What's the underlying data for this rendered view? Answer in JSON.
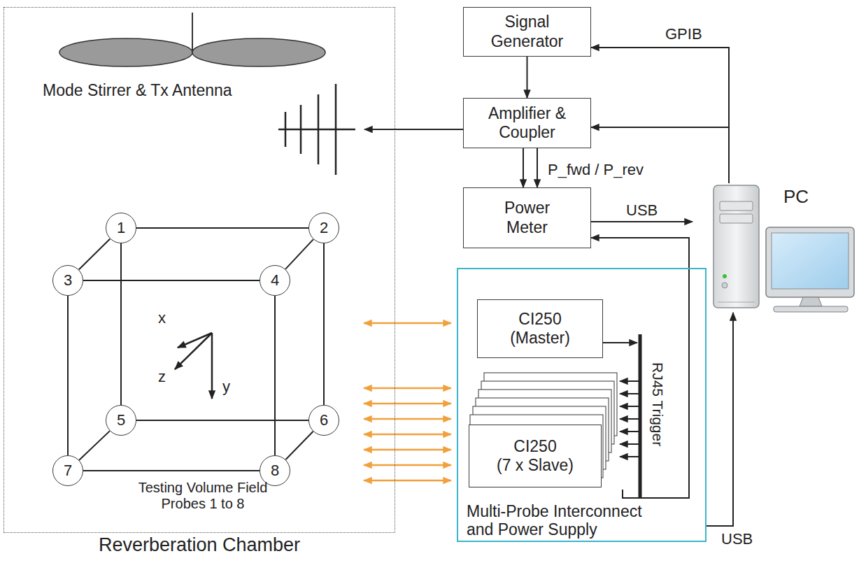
{
  "diagram": {
    "nodes": [
      {
        "text": [
          "Reverberation Chamber"
        ]
      },
      {
        "text": [
          "Mode Stirrer & Tx Antenna"
        ],
        "in": 0
      },
      {
        "text": [
          "1"
        ],
        "in": 0
      },
      {
        "text": [
          "2"
        ],
        "in": 0
      },
      {
        "text": [
          "3"
        ],
        "in": 0
      },
      {
        "text": [
          "4"
        ],
        "in": 0
      },
      {
        "text": [
          "5"
        ],
        "in": 0
      },
      {
        "text": [
          "6"
        ],
        "in": 0
      },
      {
        "text": [
          "7"
        ],
        "in": 0
      },
      {
        "text": [
          "8"
        ],
        "in": 0
      },
      {
        "text": [
          "Signal Generator"
        ]
      },
      {
        "text": [
          "Amplifier & Coupler"
        ]
      },
      {
        "text": [
          "Power Meter"
        ]
      },
      {
        "text": [
          "PC"
        ]
      },
      {
        "text": [
          "Multi-Probe Interconnect and Power Supply"
        ]
      },
      {
        "text": [
          "CI250",
          "(Master)"
        ],
        "in": 14
      },
      {
        "text": [
          "CI250",
          "(7 x Slave)"
        ],
        "in": 14
      }
    ],
    "edges": [
      {
        "from": 2,
        "to": 3,
        "arrow": "none"
      },
      {
        "from": 2,
        "to": 4,
        "arrow": "none"
      },
      {
        "from": 3,
        "to": 5,
        "arrow": "none"
      },
      {
        "from": 4,
        "to": 5,
        "arrow": "none"
      },
      {
        "from": 2,
        "to": 6,
        "arrow": "none"
      },
      {
        "from": 3,
        "to": 7,
        "arrow": "none"
      },
      {
        "from": 4,
        "to": 8,
        "arrow": "none"
      },
      {
        "from": 5,
        "to": 9,
        "arrow": "none"
      },
      {
        "from": 6,
        "to": 7,
        "arrow": "none"
      },
      {
        "from": 6,
        "to": 8,
        "arrow": "none"
      },
      {
        "from": 7,
        "to": 9,
        "arrow": "none"
      },
      {
        "from": 8,
        "to": 9,
        "arrow": "none"
      },
      {
        "from": 10,
        "to": 11,
        "arrow": "to"
      },
      {
        "from": 11,
        "to": 12,
        "arrow": "to"
      },
      {
        "from": 11,
        "to": 12,
        "label": "P_fwd / P_rev",
        "arrow": "to"
      },
      {
        "from": 11,
        "to": 1,
        "arrow": "to"
      },
      {
        "from": 13,
        "to": 10,
        "label": "GPIB",
        "arrow": "to"
      },
      {
        "from": 13,
        "to": 11,
        "arrow": "to"
      },
      {
        "from": 12,
        "to": 13,
        "label": "USB",
        "arrow": "to"
      },
      {
        "from": 14,
        "to": 12,
        "arrow": "to"
      },
      {
        "from": 14,
        "to": 13,
        "label": "USB",
        "arrow": "to"
      },
      {
        "from": 0,
        "to": 15,
        "arrow": "both"
      },
      {
        "from": 0,
        "to": 16,
        "arrow": "both"
      },
      {
        "from": 0,
        "to": 16,
        "arrow": "both"
      },
      {
        "from": 0,
        "to": 16,
        "arrow": "both"
      },
      {
        "from": 0,
        "to": 16,
        "arrow": "both"
      },
      {
        "from": 0,
        "to": 16,
        "arrow": "both"
      },
      {
        "from": 0,
        "to": 16,
        "arrow": "both"
      },
      {
        "from": 0,
        "to": 16,
        "arrow": "both"
      }
    ],
    "labels": [
      "Testing Volume Field Probes 1 to 8",
      "x",
      "y",
      "z",
      "RJ45 Trigger"
    ]
  }
}
